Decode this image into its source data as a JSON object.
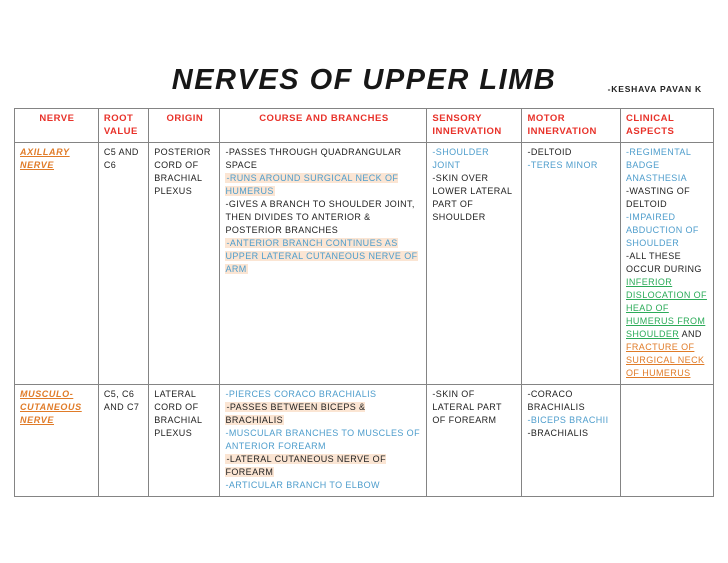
{
  "page": {
    "title": "NERVES OF UPPER LIMB",
    "author": "-KESHAVA PAVAN K"
  },
  "colors": {
    "black": "#222222",
    "red": "#e8322a",
    "blue": "#4e9dcc",
    "orange": "#e07b28",
    "green": "#2bab58",
    "highlight": "#fbe5d3",
    "border": "#848484"
  },
  "table": {
    "headers": [
      "NERVE",
      "ROOT VALUE",
      "ORIGIN",
      "COURSE AND BRANCHES",
      "SENSORY INNERVATION",
      "MOTOR INNERVATION",
      "CLINICAL ASPECTS"
    ],
    "rows": [
      {
        "cells": [
          {
            "name": "nerve",
            "lines": [
              [
                {
                  "t": "AXILLARY NERVE",
                  "c": "orange",
                  "u": true
                }
              ]
            ]
          },
          {
            "name": "root-value",
            "lines": [
              [
                {
                  "t": "C5 AND C6",
                  "c": "black"
                }
              ]
            ]
          },
          {
            "name": "origin",
            "lines": [
              [
                {
                  "t": "POSTERIOR CORD OF BRACHIAL PLEXUS",
                  "c": "black"
                }
              ]
            ]
          },
          {
            "name": "course-and-branches",
            "lines": [
              [
                {
                  "t": "-PASSES THROUGH QUADRANGULAR SPACE",
                  "c": "black"
                }
              ],
              [
                {
                  "t": "-RUNS AROUND SURGICAL NECK OF HUMERUS",
                  "c": "blue",
                  "hl": true
                }
              ],
              [
                {
                  "t": "-GIVES A BRANCH TO SHOULDER JOINT, THEN DIVIDES TO ANTERIOR & POSTERIOR BRANCHES",
                  "c": "black"
                }
              ],
              [
                {
                  "t": "-ANTERIOR BRANCH CONTINUES AS UPPER LATERAL CUTANEOUS NERVE OF ARM",
                  "c": "blue",
                  "hl": true
                }
              ]
            ]
          },
          {
            "name": "sensory-innervation",
            "lines": [
              [
                {
                  "t": "-SHOULDER JOINT",
                  "c": "blue"
                }
              ],
              [
                {
                  "t": "-SKIN OVER LOWER LATERAL PART OF SHOULDER",
                  "c": "black"
                }
              ]
            ]
          },
          {
            "name": "motor-innervation",
            "lines": [
              [
                {
                  "t": "-DELTOID",
                  "c": "black"
                }
              ],
              [
                {
                  "t": "-TERES MINOR",
                  "c": "blue"
                }
              ]
            ]
          },
          {
            "name": "clinical-aspects",
            "lines": [
              [
                {
                  "t": "-REGIMENTAL BADGE ANASTHESIA",
                  "c": "blue"
                }
              ],
              [
                {
                  "t": "-WASTING OF DELTOID",
                  "c": "black"
                }
              ],
              [
                {
                  "t": "-IMPAIRED ABDUCTION OF SHOULDER",
                  "c": "blue"
                }
              ],
              [
                {
                  "t": "-ALL THESE OCCUR DURING ",
                  "c": "black"
                },
                {
                  "t": "INFERIOR DISLOCATION OF HEAD OF HUMERUS FROM SHOULDER",
                  "c": "green",
                  "u": true
                },
                {
                  "t": " AND ",
                  "c": "black"
                },
                {
                  "t": "FRACTURE OF SURGICAL NECK OF HUMERUS",
                  "c": "orange",
                  "u": true
                }
              ]
            ]
          }
        ]
      },
      {
        "cells": [
          {
            "name": "nerve",
            "lines": [
              [
                {
                  "t": "MUSCULO-CUTANEOUS NERVE",
                  "c": "orange",
                  "u": true
                }
              ]
            ]
          },
          {
            "name": "root-value",
            "lines": [
              [
                {
                  "t": "C5, C6 AND C7",
                  "c": "black"
                }
              ]
            ]
          },
          {
            "name": "origin",
            "lines": [
              [
                {
                  "t": "LATERAL CORD OF BRACHIAL PLEXUS",
                  "c": "black"
                }
              ]
            ]
          },
          {
            "name": "course-and-branches",
            "lines": [
              [
                {
                  "t": "-PIERCES CORACO BRACHIALIS",
                  "c": "blue"
                }
              ],
              [
                {
                  "t": "-PASSES BETWEEN BICEPS & BRACHIALIS",
                  "c": "black",
                  "hl": true
                }
              ],
              [
                {
                  "t": "-MUSCULAR BRANCHES TO MUSCLES OF ANTERIOR FOREARM",
                  "c": "blue"
                }
              ],
              [
                {
                  "t": "-LATERAL CUTANEOUS NERVE OF FOREARM",
                  "c": "black",
                  "hl": true
                }
              ],
              [
                {
                  "t": "-ARTICULAR BRANCH TO ELBOW",
                  "c": "blue"
                }
              ]
            ]
          },
          {
            "name": "sensory-innervation",
            "lines": [
              [
                {
                  "t": "-SKIN OF LATERAL PART OF FOREARM",
                  "c": "black"
                }
              ]
            ]
          },
          {
            "name": "motor-innervation",
            "lines": [
              [
                {
                  "t": "-CORACO BRACHIALIS",
                  "c": "black"
                }
              ],
              [
                {
                  "t": "-BICEPS BRACHII",
                  "c": "blue"
                }
              ],
              [
                {
                  "t": "-BRACHIALIS",
                  "c": "black"
                }
              ]
            ]
          },
          {
            "name": "clinical-aspects",
            "lines": []
          }
        ]
      }
    ]
  }
}
